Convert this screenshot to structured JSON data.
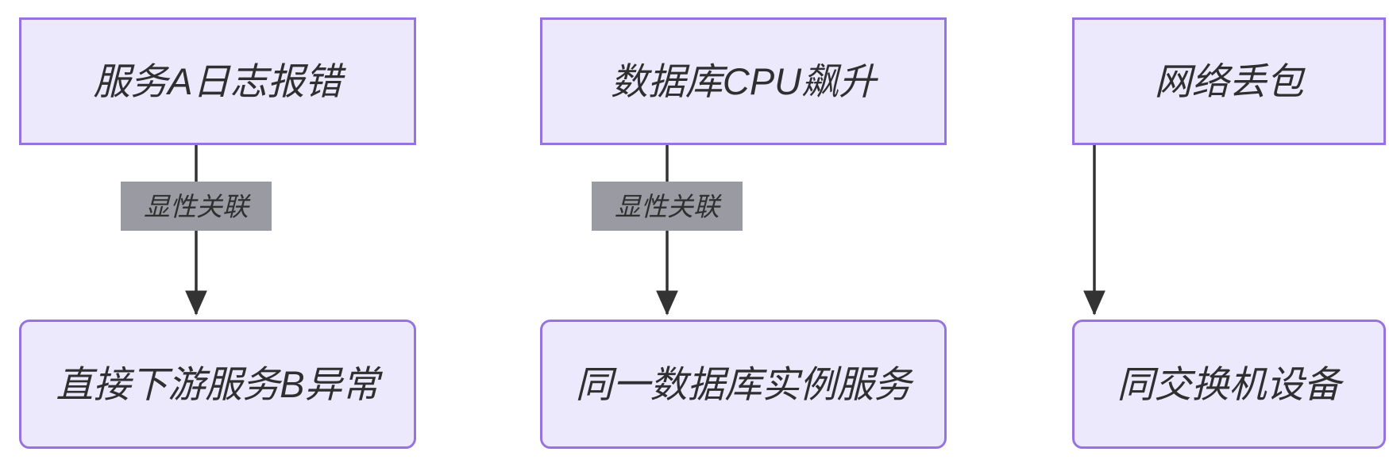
{
  "diagram": {
    "type": "flowchart",
    "direction": "top-down",
    "background_color": "#ffffff",
    "theme": {
      "node_fill": "#ece9fc",
      "node_border": "#9673e0",
      "node_text": "#2f2f2f",
      "edge_line": "#333333",
      "edge_label_background": "#9a9aa3",
      "edge_label_text": "#2f2f2f"
    },
    "columns": [
      {
        "id": "column-1",
        "top_node": {
          "id": "node-top-1",
          "label": "服务A日志报错",
          "shape": "rectangle"
        },
        "edge": {
          "id": "edge-1",
          "label": "显性关联",
          "arrow": "arrow-down",
          "has_label": true
        },
        "bottom_node": {
          "id": "node-bottom-1",
          "label": "直接下游服务B异常",
          "shape": "rounded-rectangle"
        }
      },
      {
        "id": "column-2",
        "top_node": {
          "id": "node-top-2",
          "label": "数据库CPU飙升",
          "shape": "rectangle"
        },
        "edge": {
          "id": "edge-2",
          "label": "显性关联",
          "arrow": "arrow-down",
          "has_label": true
        },
        "bottom_node": {
          "id": "node-bottom-2",
          "label": "同一数据库实例服务",
          "shape": "rounded-rectangle"
        }
      },
      {
        "id": "column-3",
        "top_node": {
          "id": "node-top-3",
          "label": "网络丢包",
          "shape": "rectangle"
        },
        "edge": {
          "id": "edge-3",
          "label": "",
          "arrow": "arrow-down",
          "has_label": false
        },
        "bottom_node": {
          "id": "node-bottom-3",
          "label": "同交换机设备",
          "shape": "rounded-rectangle"
        }
      }
    ]
  }
}
